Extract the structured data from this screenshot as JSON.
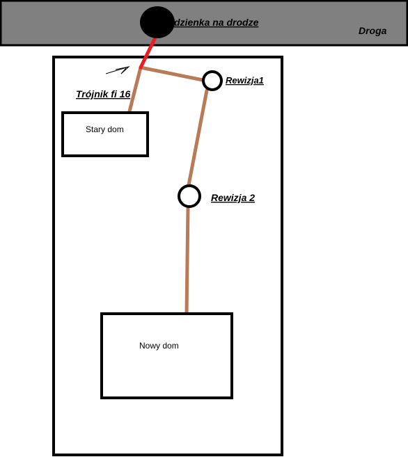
{
  "road": {
    "name": "Droga",
    "well_label": "dzienka na drodze"
  },
  "labels": {
    "tee": "Trójnik fi 16",
    "rev1": "Rewizja1",
    "rev2": "Rewizja 2",
    "old_house": "Stary dom",
    "new_house": "Nowy dom"
  },
  "colors": {
    "road_fill": "#808080",
    "pipe": "#b97a57",
    "connection": "#ed1c24",
    "outline": "#000000"
  }
}
